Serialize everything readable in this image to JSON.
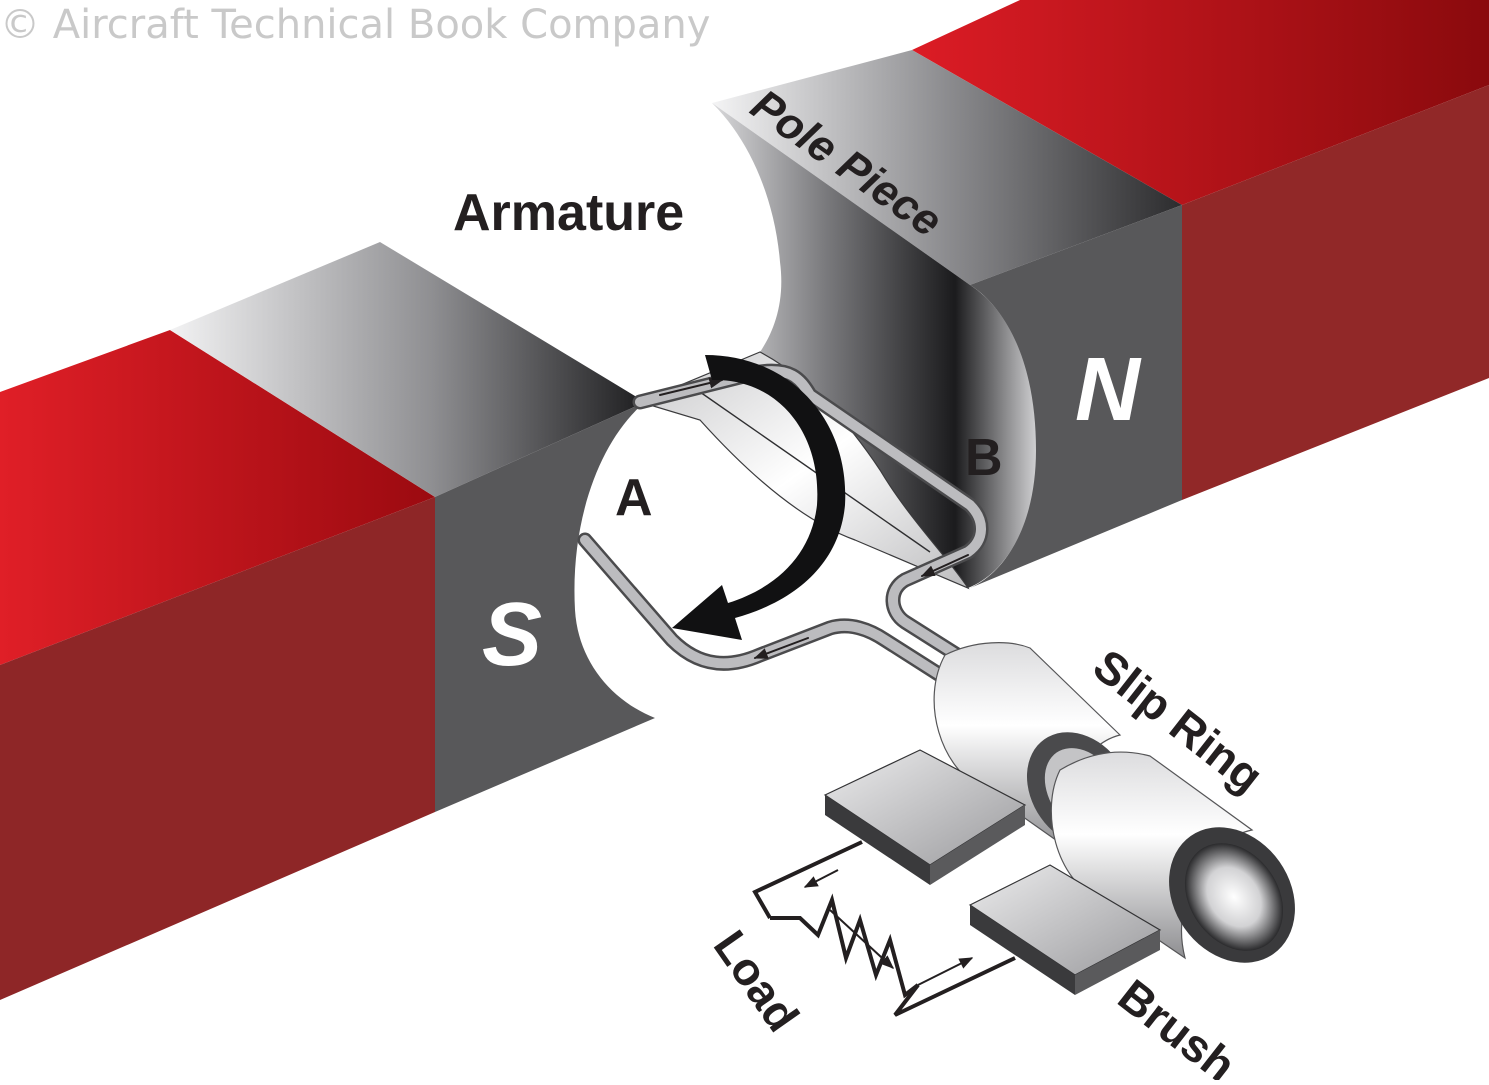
{
  "watermark": "© Aircraft Technical Book Company",
  "labels": {
    "armature": "Armature",
    "pole_piece": "Pole Piece",
    "north_pole": "N",
    "south_pole": "S",
    "conductor_a": "A",
    "conductor_b": "B",
    "slip_ring": "Slip Ring",
    "load": "Load",
    "brush": "Brush"
  },
  "colors": {
    "magnet_top": "#d21a24",
    "magnet_side": "#8e2627",
    "pole_face": "#58585a",
    "conductor": "#b9b9bb",
    "text": "#231f20",
    "watermark": "#c9c9c9"
  }
}
